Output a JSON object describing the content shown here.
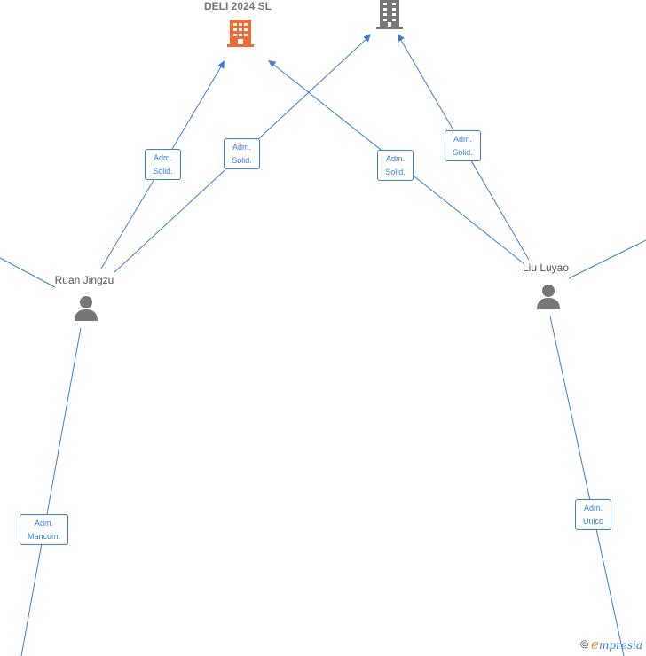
{
  "nodes": {
    "company_main": {
      "title": "DELI 2024  SL",
      "icon": "building-icon",
      "color": "#f26b36"
    },
    "company_other": {
      "icon": "building-icon",
      "color": "#777777"
    },
    "person_ruan": {
      "name": "Ruan Jingzu",
      "icon": "person-icon",
      "color": "#777777"
    },
    "person_liu": {
      "name": "Liu Luyao",
      "icon": "person-icon",
      "color": "#777777"
    }
  },
  "roles": {
    "ruan_to_main": [
      "Adm.",
      "Solid."
    ],
    "ruan_to_other": [
      "Adm.",
      "Solid."
    ],
    "liu_to_main": [
      "Adm.",
      "Solid."
    ],
    "liu_to_other": [
      "Adm.",
      "Solid."
    ],
    "ruan_down": [
      "Adm.",
      "Mancom."
    ],
    "liu_down": [
      "Adm.",
      "Unico"
    ]
  },
  "footer": {
    "symbol": "©",
    "brand_initial": "e",
    "brand_rest": "mpresia"
  },
  "colors": {
    "edge": "#3a7fd5",
    "accent": "#f26b36",
    "neutral": "#777777"
  }
}
